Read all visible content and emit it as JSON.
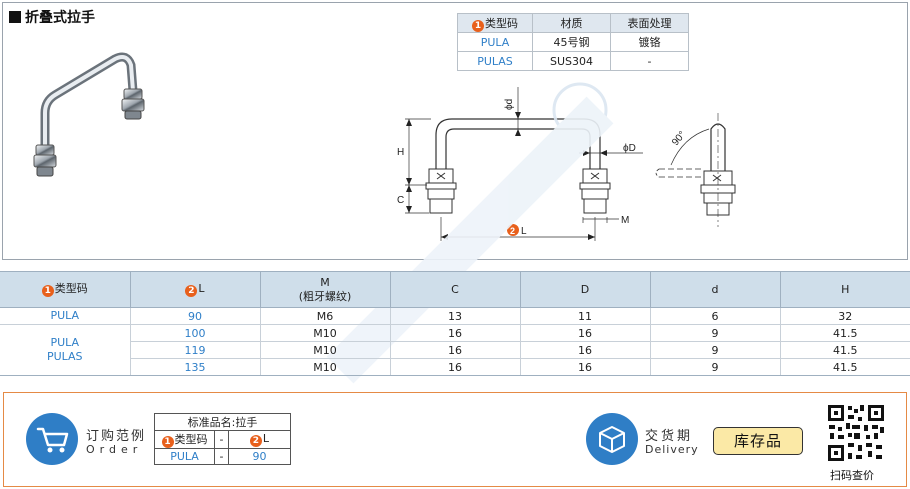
{
  "title": "折叠式拉手",
  "badges": {
    "one": "1",
    "two": "2"
  },
  "spec_table": {
    "headers": {
      "type_code": "类型码",
      "material": "材质",
      "surface": "表面处理"
    },
    "rows": [
      {
        "code": "PULA",
        "material": "45号钢",
        "surface": "镀铬"
      },
      {
        "code": "PULAS",
        "material": "SUS304",
        "surface": "-"
      }
    ]
  },
  "drawing_labels": {
    "phi_d": "ϕd",
    "phi_D": "ϕD",
    "H": "H",
    "C": "C",
    "L": "L",
    "M": "M",
    "angle": "90°"
  },
  "dim_table": {
    "headers": {
      "type_code": "类型码",
      "L": "L",
      "M_line1": "M",
      "M_line2": "(粗牙螺纹)",
      "C": "C",
      "D": "D",
      "d": "d",
      "H": "H"
    },
    "group1": {
      "codes": [
        "PULA"
      ],
      "rows": [
        {
          "L": "90",
          "M": "M6",
          "C": "13",
          "D": "11",
          "d": "6",
          "H": "32"
        }
      ]
    },
    "group2": {
      "codes": [
        "PULA",
        "PULAS"
      ],
      "rows": [
        {
          "L": "100",
          "M": "M10",
          "C": "16",
          "D": "16",
          "d": "9",
          "H": "41.5"
        },
        {
          "L": "119",
          "M": "M10",
          "C": "16",
          "D": "16",
          "d": "9",
          "H": "41.5"
        },
        {
          "L": "135",
          "M": "M10",
          "C": "16",
          "D": "16",
          "d": "9",
          "H": "41.5"
        }
      ]
    }
  },
  "order_example": {
    "label_cn": "订购范例",
    "label_en": "Order",
    "standard_name_label": "标准品名:",
    "standard_name": "拉手",
    "type_code_header": "类型码",
    "dash": "-",
    "L_header": "L",
    "code": "PULA",
    "length": "90"
  },
  "delivery": {
    "label_cn": "交货期",
    "label_en": "Delivery",
    "stock_button": "库存品"
  },
  "qr": {
    "caption": "扫码查价"
  },
  "colors": {
    "accent_blue": "#2f7ec6",
    "badge_orange": "#e8601c",
    "header_bg": "#cfdeea",
    "stock_bg": "#fbe9a6",
    "frame_orange": "#e58a45"
  },
  "icons": [
    "cart-icon",
    "box-icon",
    "qr-code-icon"
  ]
}
